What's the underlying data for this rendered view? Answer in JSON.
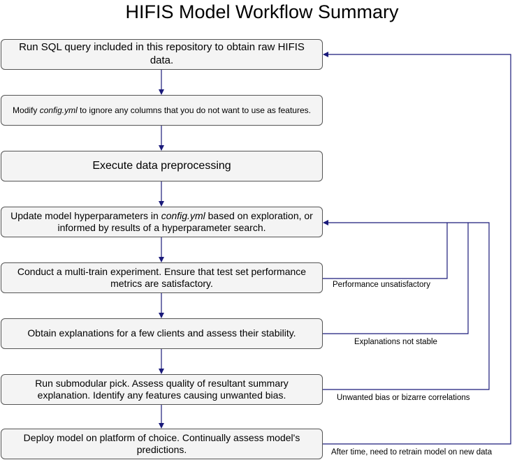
{
  "title": "HIFIS Model Workflow Summary",
  "steps": [
    {
      "text": "Run SQL query included in this repository to obtain raw HIFIS data."
    },
    {
      "text_before": "Modify ",
      "text_em": "config.yml",
      "text_after": " to ignore any columns that you do not want to use as features."
    },
    {
      "text": "Execute data preprocessing"
    },
    {
      "text_before": "Update model hyperparameters in ",
      "text_em": "config.yml",
      "text_after": " based on exploration, or informed by results of a hyperparameter search."
    },
    {
      "text": "Conduct a multi-train experiment. Ensure that test set performance metrics are satisfactory."
    },
    {
      "text": "Obtain explanations for a few clients and assess their stability."
    },
    {
      "text": "Run submodular pick. Assess quality of resultant summary explanation. Identify any features causing unwanted bias."
    },
    {
      "text": "Deploy model on platform of choice. Continually assess model's predictions."
    }
  ],
  "feedback": [
    {
      "label": "Performance unsatisfactory"
    },
    {
      "label": "Explanations not stable"
    },
    {
      "label": "Unwanted bias or bizarre correlations"
    },
    {
      "label": "After time, need to retrain model on new data"
    }
  ],
  "colors": {
    "arrow": "#1a1a7a",
    "box_border": "#555555",
    "box_fill": "#f4f4f4"
  }
}
